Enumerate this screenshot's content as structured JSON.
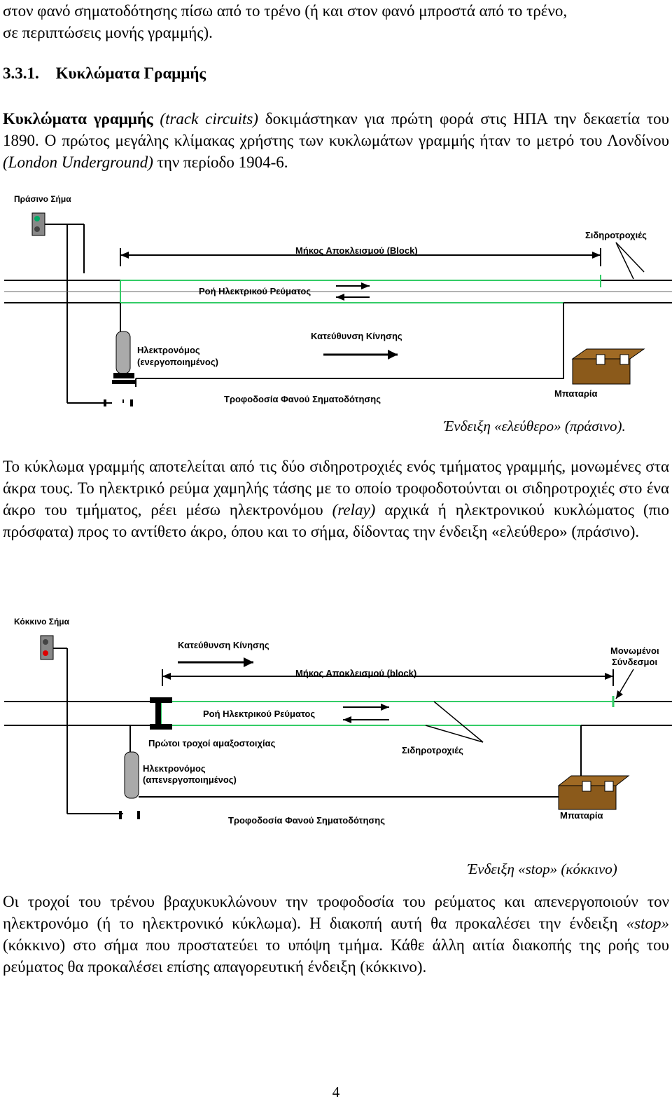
{
  "intro": {
    "line1": "στον φανό σηματοδότησης πίσω από το τρένο (ή και στον φανό μπροστά από το τρένο,",
    "line2": "σε περιπτώσεις μονής γραμμής)."
  },
  "section": {
    "number": "3.3.1.",
    "title": "Κυκλώματα Γραμμής"
  },
  "para1": {
    "bold": "Κυκλώματα γραμμής",
    "italic": "(track circuits)",
    "text1": "δοκιμάστηκαν για πρώτη φορά στις ΗΠΑ την δεκαετία του 1890. Ο πρώτος μεγάλης κλίμακας χρήστης των κυκλωμάτων γραμμής ήταν το μετρό του Λονδίνου",
    "italic2": "(London Underground)",
    "text2": "την περίοδο 1904-6."
  },
  "diagram1": {
    "signal_label": "Πράσινο Σήμα",
    "block_label": "Μήκος Αποκλεισμού (Block)",
    "rails_label": "Σιδηροτροχιές",
    "current_label": "Ροή Ηλεκτρικού Ρεύματος",
    "direction_label": "Κατεύθυνση Κίνησης",
    "relay_label_1": "Ηλεκτρονόμος",
    "relay_label_2": "(ενεργοποιημένος)",
    "battery_label": "Μπαταρία",
    "feed_label": "Τροφοδοσία Φανού Σηματοδότησης",
    "colors": {
      "current": "#33cc66",
      "signal_on": "#00aa66",
      "battery": "#8b5a1b"
    }
  },
  "caption1": "Ένδειξη «ελεύθερο» (πράσινο).",
  "para2": {
    "text1": "Το κύκλωμα γραμμής αποτελείται από τις δύο σιδηροτροχιές ενός τμήματος γραμμής, μονωμένες στα άκρα τους. Το ηλεκτρικό ρεύμα χαμηλής τάσης  με το οποίο τροφοδοτούνται οι σιδηροτροχιές στο  ένα άκρο του τμήματος, ρέει μέσω ηλεκτρονόμου",
    "italic": "(relay)",
    "text2": "αρχικά ή ηλεκτρονικού κυκλώματος (πιο πρόσφατα) προς το αντίθετο άκρο, όπου και το σήμα, δίδοντας την ένδειξη «ελεύθερο» (πράσινο)."
  },
  "diagram2": {
    "signal_label": "Κόκκινο Σήμα",
    "direction_label": "Κατεύθυνση Κίνησης",
    "insulated_label_1": "Μονωμένοι",
    "insulated_label_2": "Σύνδεσμοι",
    "block_label": "Μήκος Αποκλεισμού (block)",
    "current_label": "Ροή Ηλεκτρικού Ρεύματος",
    "wheels_label": "Πρώτοι τροχοί αμαξοστοιχίας",
    "rails_label": "Σιδηροτροχιές",
    "relay_label_1": "Ηλεκτρονόμος",
    "relay_label_2": "(απενεργοποιημένος)",
    "battery_label": "Μπαταρία",
    "feed_label": "Τροφοδοσία Φανού Σηματοδότησης",
    "colors": {
      "current": "#33cc66",
      "signal_on": "#dd0000",
      "battery": "#8b5a1b"
    }
  },
  "caption2": {
    "pre": "Ένδειξη «",
    "word": "stop",
    "post": "» (κόκκινο)"
  },
  "para3": {
    "text1": "Οι τροχοί του τρένου βραχυκυκλώνουν την τροφοδοσία του ρεύματος και απενεργοποιούν τον ηλεκτρονόμο (ή το ηλεκτρονικό κύκλωμα). Η διακοπή αυτή θα προκαλέσει την ένδειξη",
    "italic": "«stop»",
    "text2": "(κόκκινο) στο σήμα που προστατεύει το υπόψη τμήμα. Κάθε άλλη αιτία διακοπής της ροής του ρεύματος θα προκαλέσει επίσης απαγορευτική ένδειξη (κόκκινο)."
  },
  "page_number": "4"
}
